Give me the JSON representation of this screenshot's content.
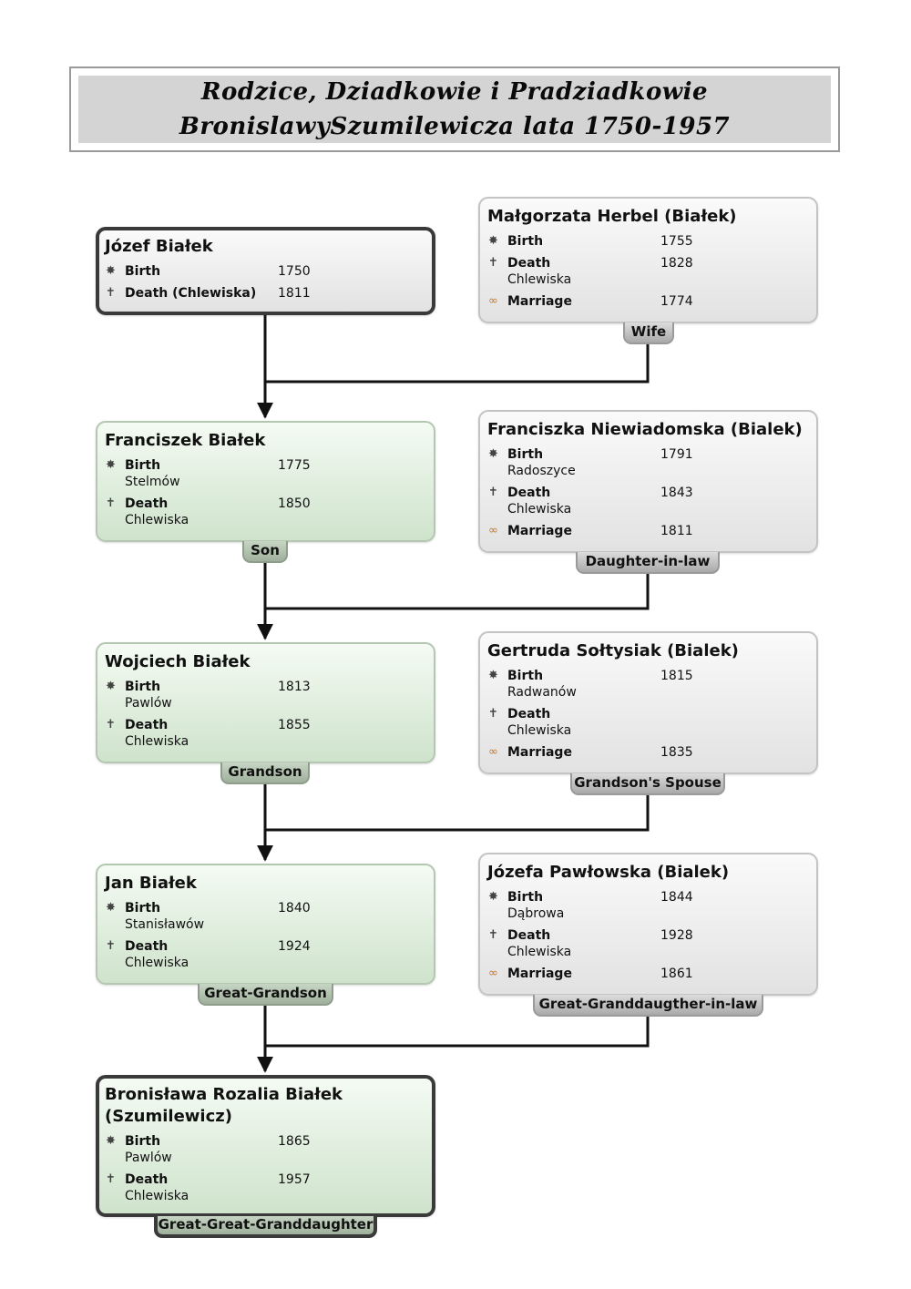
{
  "header": {
    "line1": "Rodzice, Dziadkowie i Pradziadkowie",
    "line2": "BronislawySzumilewicza lata 1750-1957"
  },
  "people": [
    {
      "id": "jozef",
      "name": "Józef Białek",
      "events": [
        {
          "icon": "birth",
          "label": "Birth",
          "year": "1750",
          "place": ""
        },
        {
          "icon": "death",
          "label": "Death (Chlewiska)",
          "year": "1811",
          "place": ""
        }
      ],
      "relation": ""
    },
    {
      "id": "malgorzata",
      "name": "Małgorzata Herbel (Białek)",
      "events": [
        {
          "icon": "birth",
          "label": "Birth",
          "year": "1755",
          "place": ""
        },
        {
          "icon": "death",
          "label": "Death",
          "year": "1828",
          "place": "Chlewiska"
        },
        {
          "icon": "marriage",
          "label": "Marriage",
          "year": "1774",
          "place": ""
        }
      ],
      "relation": "Wife"
    },
    {
      "id": "franciszek",
      "name": "Franciszek Białek",
      "events": [
        {
          "icon": "birth",
          "label": "Birth",
          "year": "1775",
          "place": "Stelmów"
        },
        {
          "icon": "death",
          "label": "Death",
          "year": "1850",
          "place": "Chlewiska"
        }
      ],
      "relation": "Son"
    },
    {
      "id": "franciszka",
      "name": "Franciszka Niewiadomska (Bialek)",
      "events": [
        {
          "icon": "birth",
          "label": "Birth",
          "year": "1791",
          "place": "Radoszyce"
        },
        {
          "icon": "death",
          "label": "Death",
          "year": "1843",
          "place": "Chlewiska"
        },
        {
          "icon": "marriage",
          "label": "Marriage",
          "year": "1811",
          "place": ""
        }
      ],
      "relation": "Daughter-in-law"
    },
    {
      "id": "wojciech",
      "name": "Wojciech Białek",
      "events": [
        {
          "icon": "birth",
          "label": "Birth",
          "year": "1813",
          "place": "Pawlów"
        },
        {
          "icon": "death",
          "label": "Death",
          "year": "1855",
          "place": "Chlewiska"
        }
      ],
      "relation": "Grandson"
    },
    {
      "id": "gertruda",
      "name": "Gertruda Sołtysiak (Bialek)",
      "events": [
        {
          "icon": "birth",
          "label": "Birth",
          "year": "1815",
          "place": "Radwanów"
        },
        {
          "icon": "death",
          "label": "Death",
          "year": "",
          "place": "Chlewiska"
        },
        {
          "icon": "marriage",
          "label": "Marriage",
          "year": "1835",
          "place": ""
        }
      ],
      "relation": "Grandson's Spouse"
    },
    {
      "id": "jan",
      "name": "Jan Białek",
      "events": [
        {
          "icon": "birth",
          "label": "Birth",
          "year": "1840",
          "place": "Stanisławów"
        },
        {
          "icon": "death",
          "label": "Death",
          "year": "1924",
          "place": "Chlewiska"
        }
      ],
      "relation": "Great-Grandson"
    },
    {
      "id": "jozefa",
      "name": "Józefa Pawłowska (Bialek)",
      "events": [
        {
          "icon": "birth",
          "label": "Birth",
          "year": "1844",
          "place": "Dąbrowa"
        },
        {
          "icon": "death",
          "label": "Death",
          "year": "1928",
          "place": "Chlewiska"
        },
        {
          "icon": "marriage",
          "label": "Marriage",
          "year": "1861",
          "place": ""
        }
      ],
      "relation": "Great-Granddaugther-in-law"
    },
    {
      "id": "bronislawa",
      "name": "Bronisława Rozalia Białek (Szumilewicz)",
      "events": [
        {
          "icon": "birth",
          "label": "Birth",
          "year": "1865",
          "place": "Pawlów"
        },
        {
          "icon": "death",
          "label": "Death",
          "year": "1957",
          "place": "Chlewiska"
        }
      ],
      "relation": "Great-Great-Granddaughter"
    }
  ],
  "icons": {
    "birth": "star-burst-icon",
    "death": "cross-icon",
    "marriage": "rings-icon"
  },
  "colors": {
    "blood_card": "#d6e8d3",
    "spouse_card": "#e6e6e6",
    "root_border": "#3a3a3a"
  }
}
